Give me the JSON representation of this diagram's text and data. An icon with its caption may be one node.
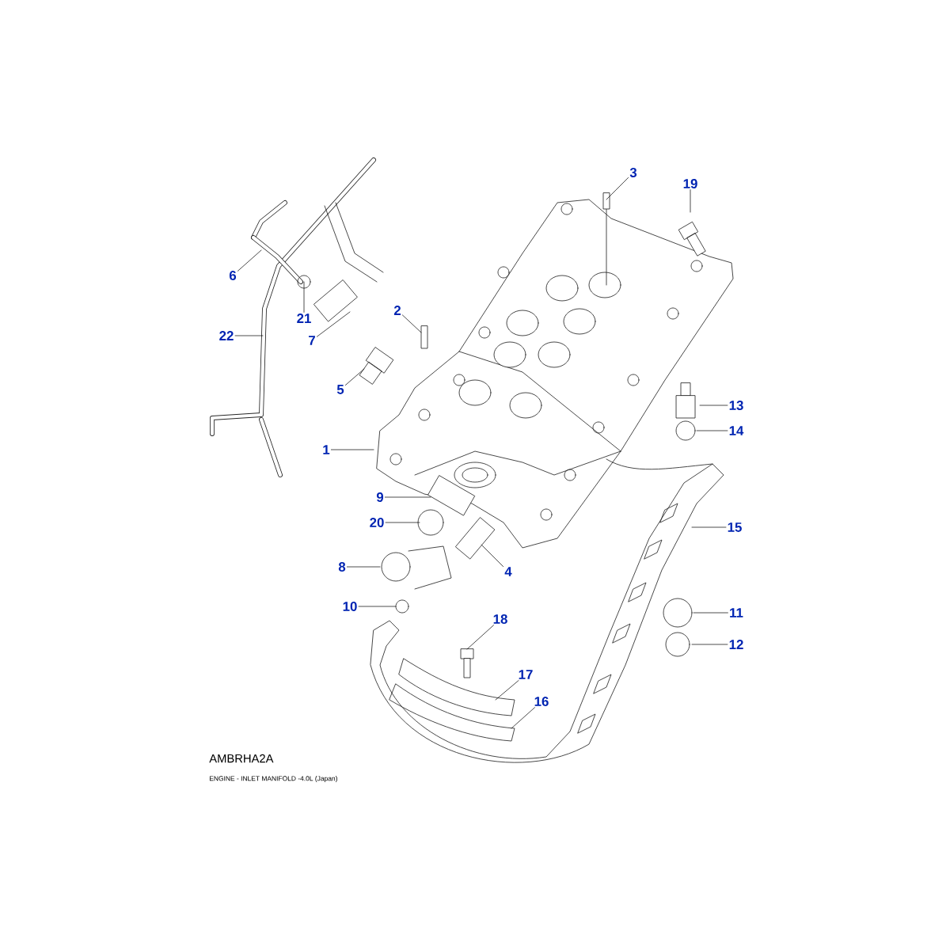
{
  "diagram": {
    "caption": "ENGINE - INLET MANIFOLD -4.0L (Japan)",
    "nodes": [
      {
        "text": [
          "3"
        ]
      },
      {
        "text": [
          "19"
        ]
      },
      {
        "text": [
          "6"
        ]
      },
      {
        "text": [
          "2"
        ]
      },
      {
        "text": [
          "21"
        ]
      },
      {
        "text": [
          "22"
        ]
      },
      {
        "text": [
          "7"
        ]
      },
      {
        "text": [
          "5"
        ]
      },
      {
        "text": [
          "13"
        ]
      },
      {
        "text": [
          "14"
        ]
      },
      {
        "text": [
          "1"
        ]
      },
      {
        "text": [
          "9"
        ]
      },
      {
        "text": [
          "20"
        ]
      },
      {
        "text": [
          "15"
        ]
      },
      {
        "text": [
          "8"
        ]
      },
      {
        "text": [
          "4"
        ]
      },
      {
        "text": [
          "10"
        ]
      },
      {
        "text": [
          "11"
        ]
      },
      {
        "text": [
          "18"
        ]
      },
      {
        "text": [
          "12"
        ]
      },
      {
        "text": [
          "17"
        ]
      },
      {
        "text": [
          "16"
        ]
      }
    ],
    "edges": [
      {
        "from": 0,
        "to": null,
        "arrow": "none"
      },
      {
        "from": 1,
        "to": null,
        "arrow": "none"
      },
      {
        "from": 2,
        "to": null,
        "arrow": "none"
      },
      {
        "from": 3,
        "to": null,
        "arrow": "none"
      },
      {
        "from": 4,
        "to": null,
        "arrow": "none"
      },
      {
        "from": 5,
        "to": null,
        "arrow": "none"
      },
      {
        "from": 6,
        "to": null,
        "arrow": "none"
      },
      {
        "from": 7,
        "to": null,
        "arrow": "none"
      },
      {
        "from": 8,
        "to": null,
        "arrow": "none"
      },
      {
        "from": 9,
        "to": null,
        "arrow": "none"
      },
      {
        "from": 10,
        "to": null,
        "arrow": "none"
      },
      {
        "from": 11,
        "to": null,
        "arrow": "none"
      },
      {
        "from": 12,
        "to": null,
        "arrow": "none"
      },
      {
        "from": 13,
        "to": null,
        "arrow": "none"
      },
      {
        "from": 14,
        "to": null,
        "arrow": "none"
      },
      {
        "from": 15,
        "to": null,
        "arrow": "none"
      },
      {
        "from": 16,
        "to": null,
        "arrow": "none"
      },
      {
        "from": 17,
        "to": null,
        "arrow": "none"
      },
      {
        "from": 18,
        "to": null,
        "arrow": "none"
      },
      {
        "from": 19,
        "to": null,
        "arrow": "none"
      },
      {
        "from": 20,
        "to": null,
        "arrow": "none"
      },
      {
        "from": 21,
        "to": null,
        "arrow": "none"
      }
    ],
    "labels": [
      "AMBRHA2A"
    ]
  }
}
